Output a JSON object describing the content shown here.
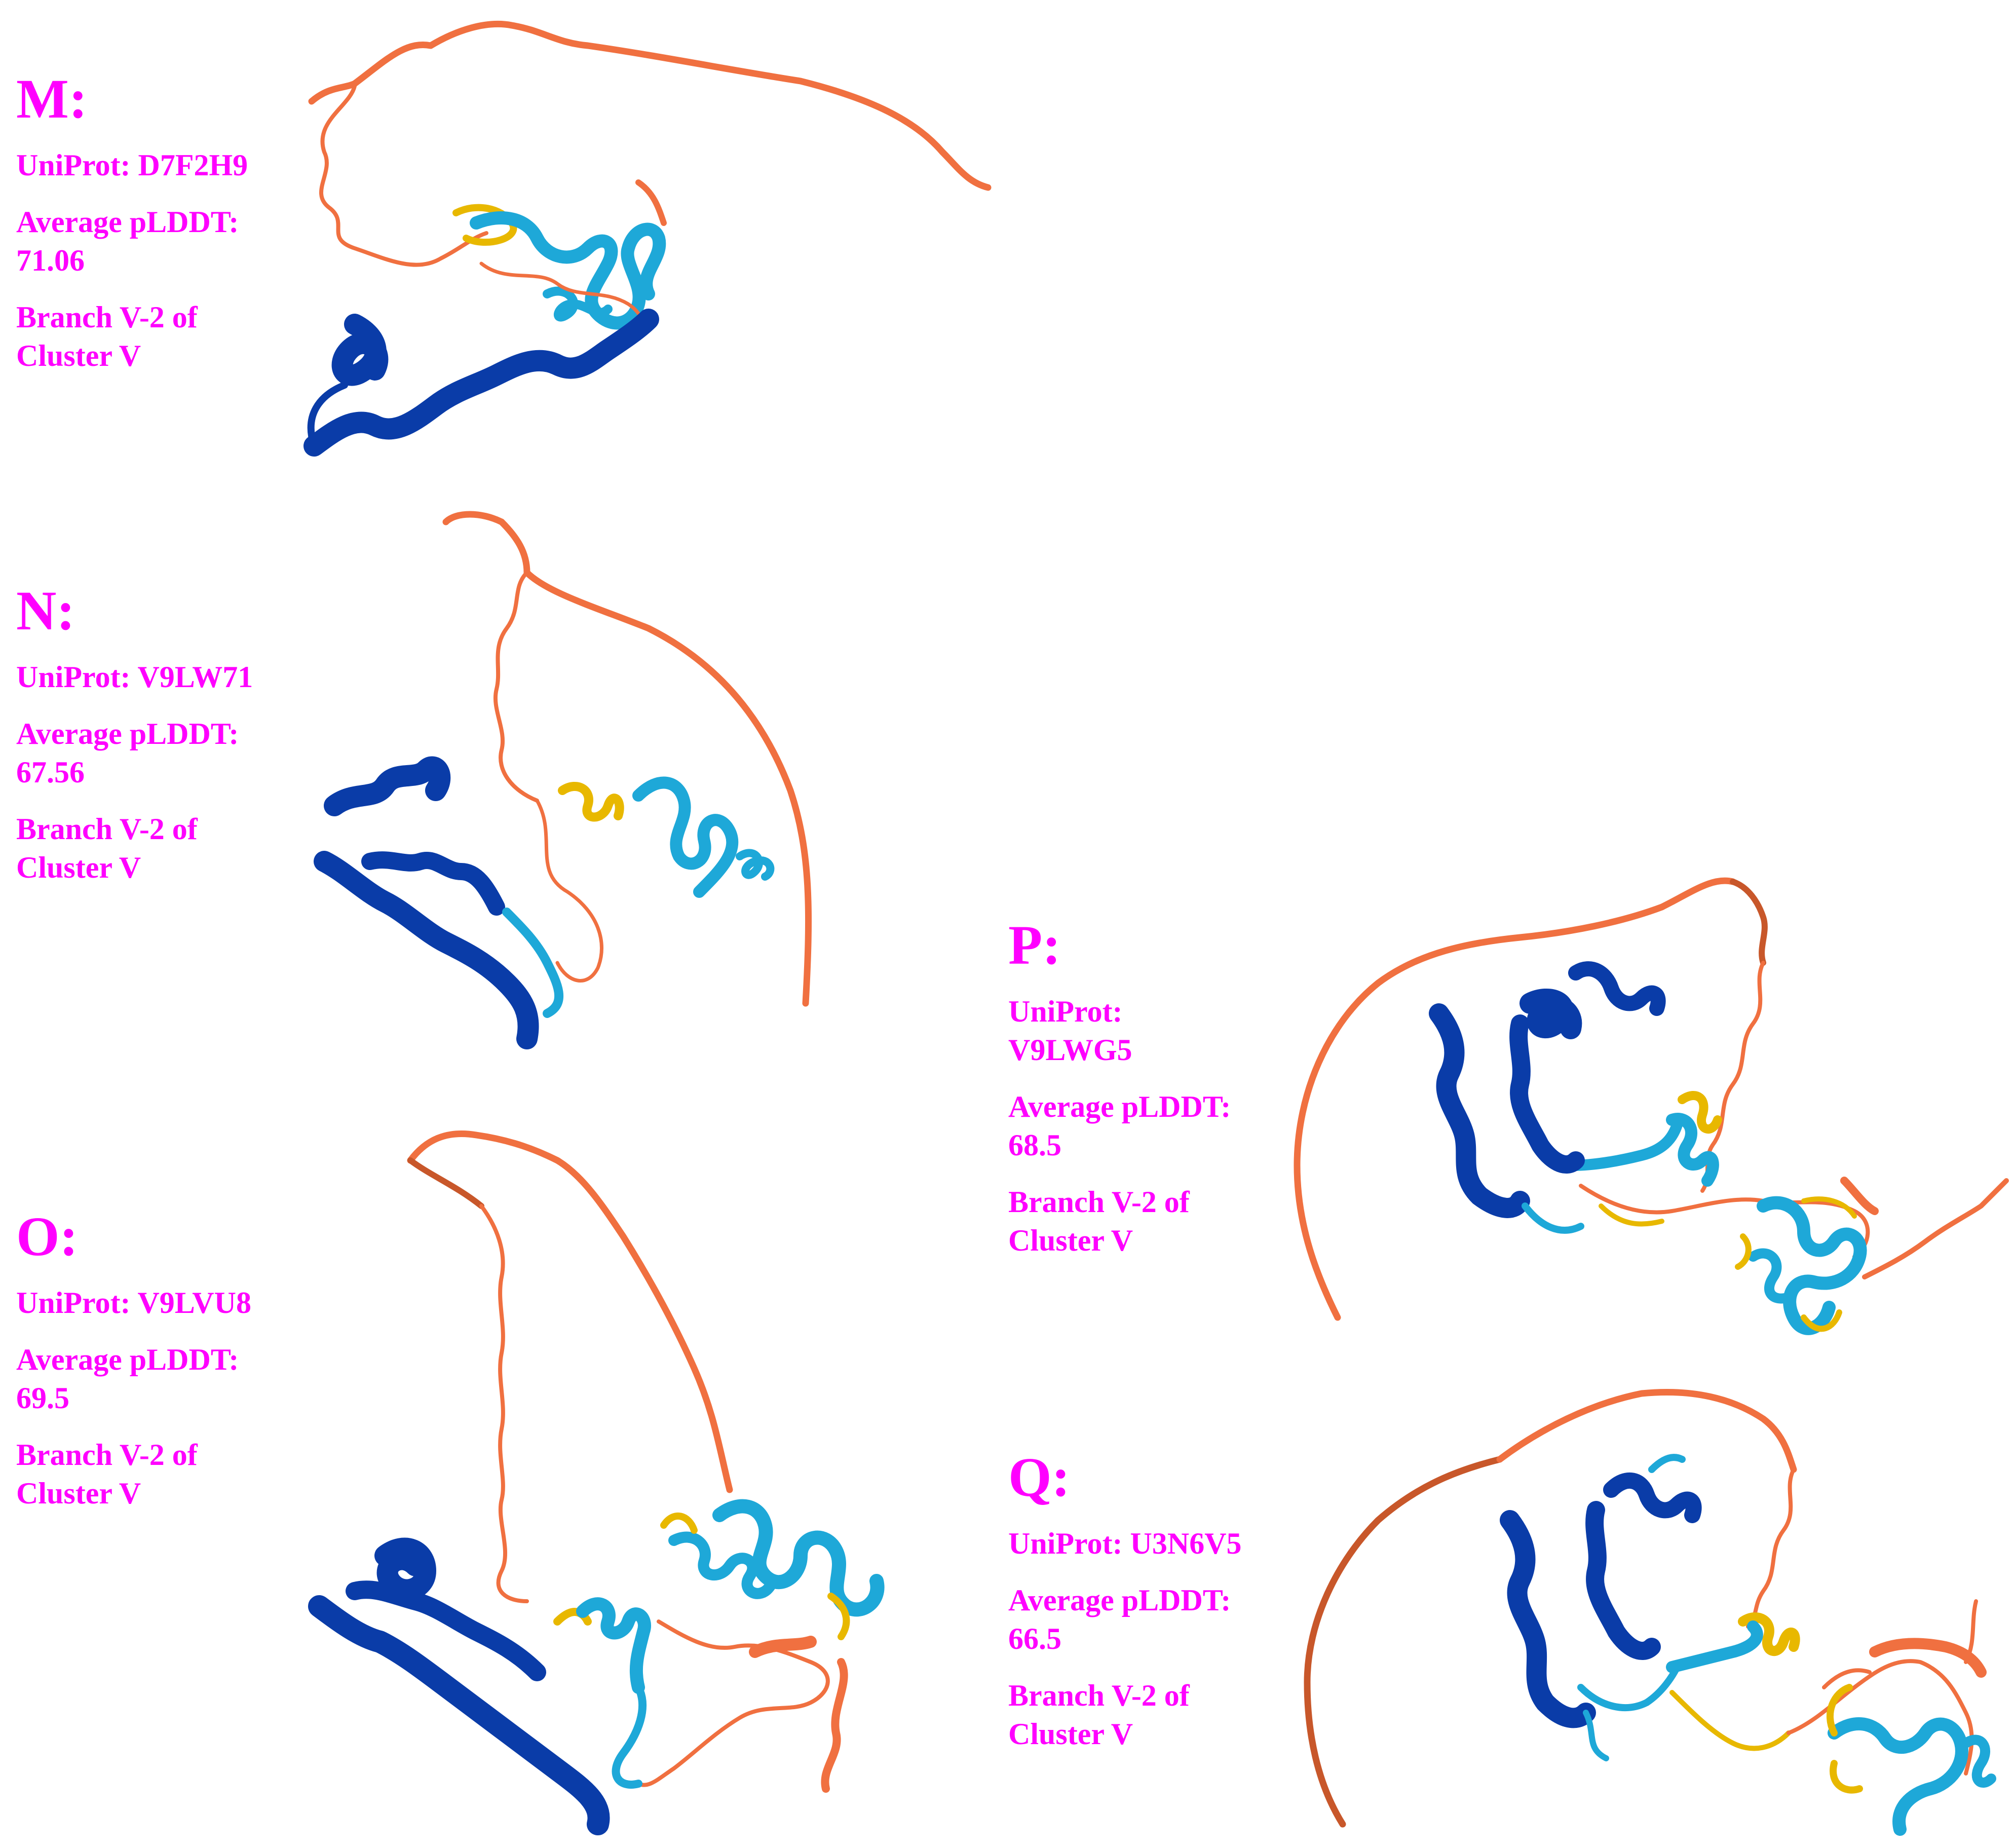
{
  "panels": [
    {
      "letter": "M:",
      "uniprot": "UniProt: D7F2H9",
      "plddt_label": "Average pLDDT:",
      "plddt_value": "71.06",
      "branch_line1": "Branch V-2 of",
      "branch_line2": "Cluster V"
    },
    {
      "letter": "N:",
      "uniprot": "UniProt: V9LW71",
      "plddt_label": "Average pLDDT:",
      "plddt_value": "67.56",
      "branch_line1": "Branch V-2 of",
      "branch_line2": "Cluster V"
    },
    {
      "letter": "O:",
      "uniprot": "UniProt: V9LVU8",
      "plddt_label": "Average pLDDT:",
      "plddt_value": "69.5",
      "branch_line1": "Branch V-2 of",
      "branch_line2": "Cluster V"
    },
    {
      "letter": "P:",
      "uniprot_line1": "UniProt:",
      "uniprot_line2": "V9LWG5",
      "plddt_label": "Average pLDDT:",
      "plddt_value": "68.5",
      "branch_line1": "Branch V-2 of",
      "branch_line2": "Cluster V"
    },
    {
      "letter": "Q:",
      "uniprot": "UniProt: U3N6V5",
      "plddt_label": "Average pLDDT:",
      "plddt_value": "66.5",
      "branch_line1": "Branch V-2 of",
      "branch_line2": "Cluster V"
    }
  ],
  "colors": {
    "label": "#ff00ff",
    "very_high_confidence": "#0a3ca8",
    "confident": "#1ea8d8",
    "low": "#e8b800",
    "very_low": "#f07040"
  }
}
